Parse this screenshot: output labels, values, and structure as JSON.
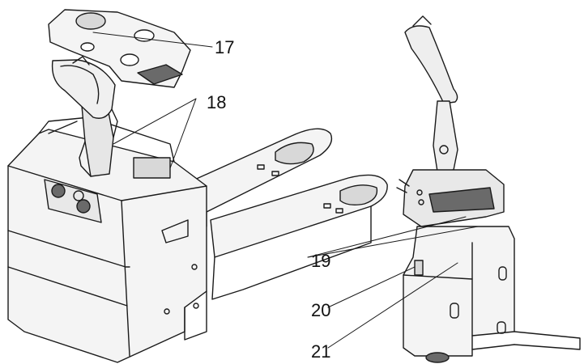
{
  "callouts": {
    "c17": "17",
    "c18": "18",
    "c19": "19",
    "c20": "20",
    "c21": "21"
  },
  "colors": {
    "line": "#1a1a1a",
    "fill_light": "#f4f4f4",
    "fill_mid": "#d8d8d8",
    "fill_dark": "#6a6a6a"
  }
}
